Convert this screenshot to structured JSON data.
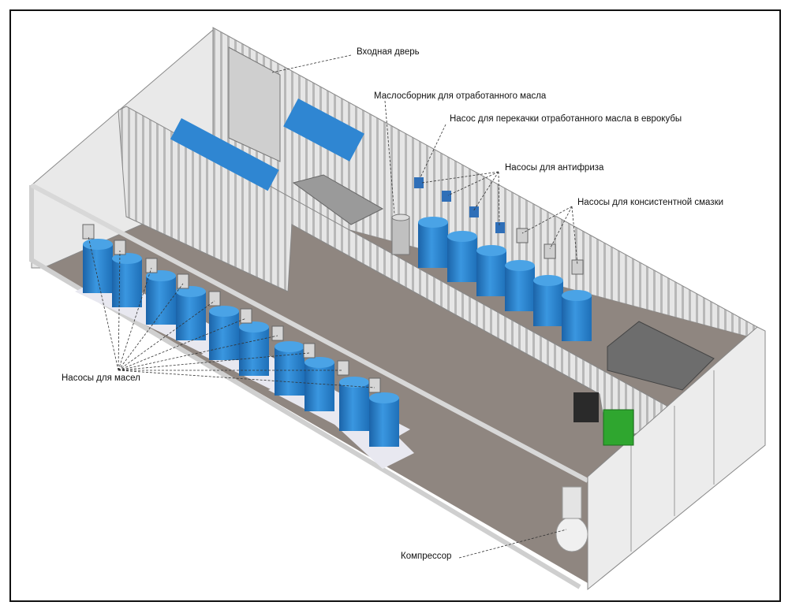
{
  "labels": {
    "entrance_door": "Входная дверь",
    "waste_oil_collector": "Маслосборник для отработанного масла",
    "waste_oil_pump": "Насос для перекачки отработанного масла в еврокубы",
    "antifreeze_pumps": "Насосы для антифриза",
    "grease_pumps": "Насосы для консистентной смазки",
    "oil_pumps": "Насосы для масел",
    "compressor": "Компрессор"
  },
  "colors": {
    "barrel": "#2f86d2",
    "floor": "#8f8680",
    "wall": "#dcdcdc",
    "green_box": "#2fa62f"
  }
}
